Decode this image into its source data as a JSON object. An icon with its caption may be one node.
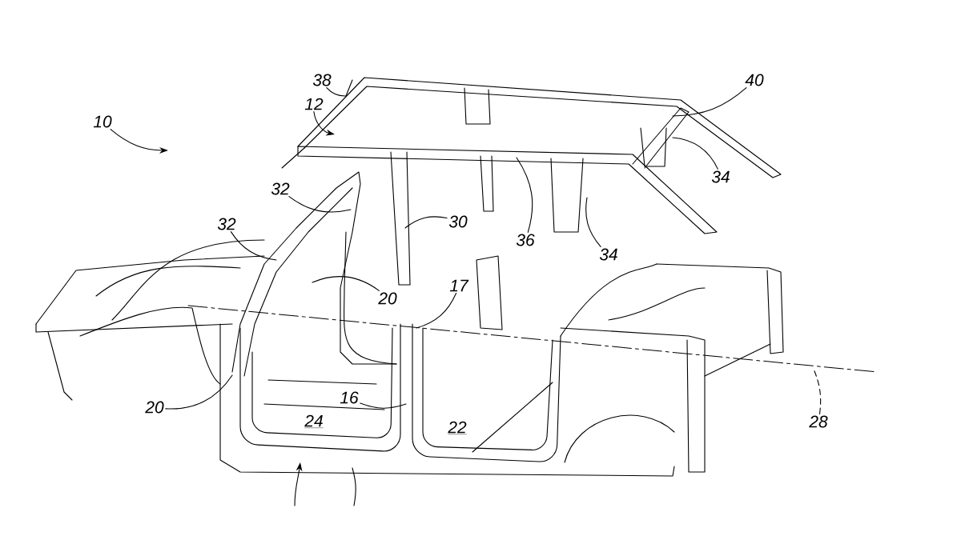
{
  "diagram": {
    "nodes": [
      {
        "text": [
          "10"
        ]
      },
      {
        "text": [
          "38"
        ]
      },
      {
        "text": [
          "12"
        ]
      },
      {
        "text": [
          "32"
        ]
      },
      {
        "text": [
          "32"
        ]
      },
      {
        "text": [
          "30"
        ]
      },
      {
        "text": [
          "36"
        ]
      },
      {
        "text": [
          "40"
        ]
      },
      {
        "text": [
          "34"
        ]
      },
      {
        "text": [
          "34"
        ]
      },
      {
        "text": [
          "20"
        ]
      },
      {
        "text": [
          "17"
        ]
      },
      {
        "text": [
          "20"
        ]
      },
      {
        "text": [
          "16"
        ]
      },
      {
        "text": [
          "28"
        ]
      }
    ],
    "edges": [
      {
        "from": 0,
        "to": null,
        "arrow": "to"
      },
      {
        "from": 1,
        "to": null,
        "arrow": "none"
      },
      {
        "from": 2,
        "to": null,
        "arrow": "to"
      },
      {
        "from": 3,
        "to": null,
        "arrow": "none"
      },
      {
        "from": 4,
        "to": null,
        "arrow": "none"
      },
      {
        "from": 5,
        "to": null,
        "arrow": "none"
      },
      {
        "from": 6,
        "to": null,
        "arrow": "none"
      },
      {
        "from": 7,
        "to": null,
        "arrow": "none"
      },
      {
        "from": 8,
        "to": null,
        "arrow": "none"
      },
      {
        "from": 9,
        "to": null,
        "arrow": "none"
      },
      {
        "from": 10,
        "to": null,
        "arrow": "none"
      },
      {
        "from": 11,
        "to": null,
        "arrow": "none"
      },
      {
        "from": 12,
        "to": null,
        "arrow": "none"
      },
      {
        "from": 13,
        "to": null,
        "arrow": "none"
      },
      {
        "from": 14,
        "to": null,
        "arrow": "none",
        "style": "dashed"
      }
    ],
    "labels": [
      "24",
      "22"
    ]
  }
}
